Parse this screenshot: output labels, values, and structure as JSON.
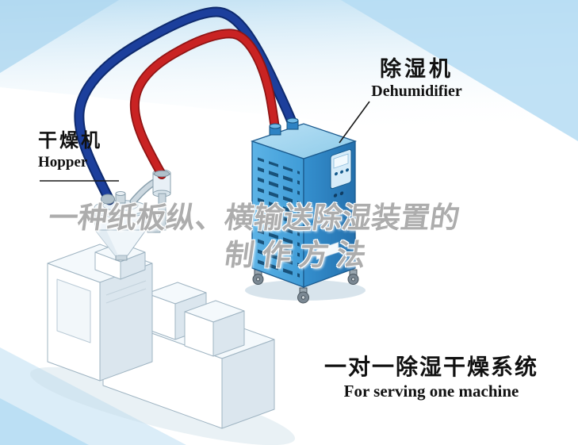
{
  "labels": {
    "dehumidifier": {
      "zh": "除湿机",
      "en": "Dehumidifier"
    },
    "hopper": {
      "zh": "干燥机",
      "en": "Hopper"
    }
  },
  "watermark": {
    "line1": "一种纸板纵、横输送除湿装置的",
    "line2": "制作方法"
  },
  "caption": {
    "zh": "一对一除湿干燥系统",
    "en": "For serving one machine"
  },
  "colors": {
    "machine_front_blue": "#4FABE2",
    "machine_side_blue": "#2E83C4",
    "machine_top_blue": "#A5D7F2",
    "pipe_red": "#C92323",
    "pipe_blue": "#1C3F9C",
    "background_tint": "#C3E2F4",
    "label_text": "#111111"
  }
}
